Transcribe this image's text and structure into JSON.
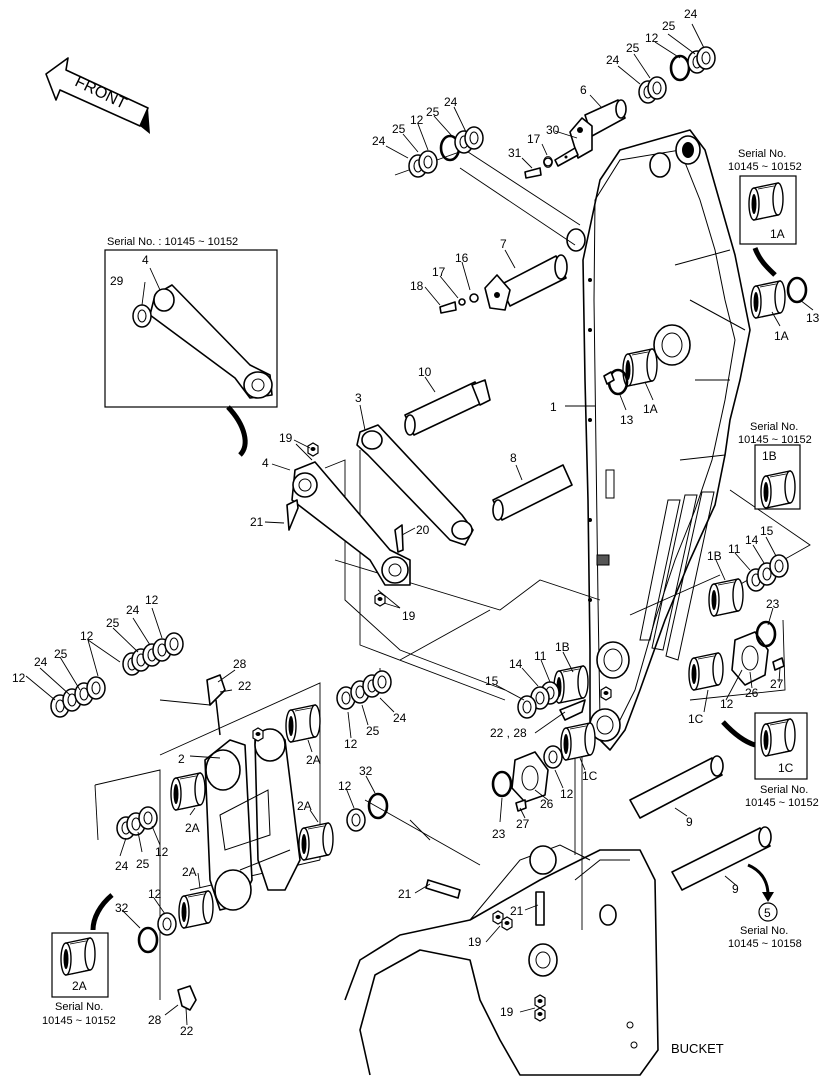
{
  "front_label": "FRONT",
  "bucket_label": "BUCKET",
  "serial_boxes": [
    {
      "label_top": "Serial No.",
      "label_range": "10145 ~ 10152",
      "part": "1A"
    },
    {
      "label_top": "Serial No.",
      "label_range": "10145 ~ 10152",
      "part": "1B"
    },
    {
      "label_top": "Serial No.",
      "label_range": "10145 ~ 10152",
      "part": "1C"
    },
    {
      "label_top": "Serial No.",
      "label_range": "10145 ~ 10152",
      "part": "2A"
    }
  ],
  "link_inset": {
    "label": "Serial No. : 10145 ~ 10152",
    "parts": [
      "4",
      "29"
    ]
  },
  "ref_circle": {
    "number": "5",
    "label_top": "Serial No.",
    "label_range": "10145 ~ 10158"
  },
  "callouts": [
    "1",
    "1A",
    "1A",
    "1A",
    "1B",
    "1B",
    "1C",
    "1C",
    "2",
    "2A",
    "2A",
    "2A",
    "2A",
    "3",
    "4",
    "4",
    "6",
    "7",
    "8",
    "9",
    "9",
    "10",
    "11",
    "11",
    "12",
    "12",
    "12",
    "12",
    "12",
    "12",
    "12",
    "12",
    "12",
    "12",
    "13",
    "13",
    "14",
    "14",
    "15",
    "15",
    "16",
    "17",
    "17",
    "18",
    "19",
    "19",
    "19",
    "19",
    "20",
    "21",
    "21",
    "21",
    "22",
    "22",
    "22, 28",
    "23",
    "23",
    "24",
    "24",
    "24",
    "24",
    "24",
    "24",
    "24",
    "25",
    "25",
    "25",
    "25",
    "25",
    "25",
    "25",
    "26",
    "26",
    "27",
    "27",
    "28",
    "28",
    "29",
    "30",
    "31",
    "32",
    "32"
  ]
}
